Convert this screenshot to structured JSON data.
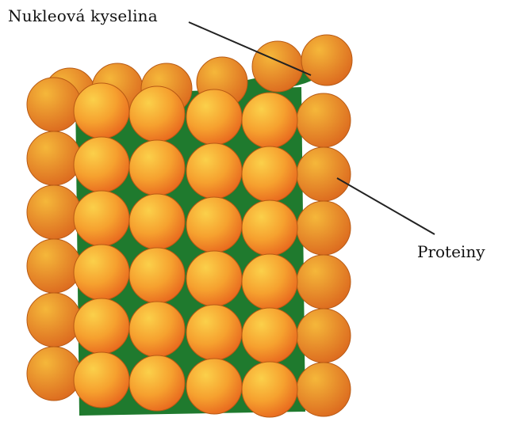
{
  "labels": {
    "nucleic_acid": "Nukleová kyselina",
    "proteins": "Proteiny"
  },
  "colors": {
    "capsomere_light": "#f9c13a",
    "capsomere_dark": "#ec6e1e",
    "capsomere_outline": "#b85a14",
    "nucleic_acid_fill": "#1f7a2e",
    "leader_line": "#222222"
  },
  "icons": {
    "capsomere": "sphere",
    "nucleic_acid": "helix-strand"
  }
}
